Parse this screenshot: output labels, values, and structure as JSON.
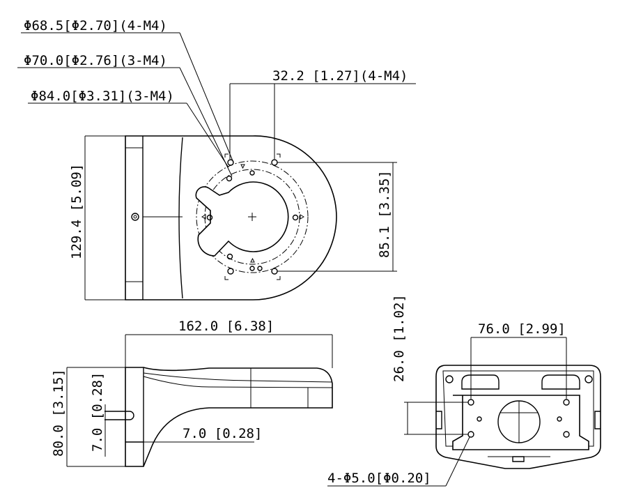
{
  "labels": {
    "phi_68": "Φ68.5[Φ2.70](4-M4)",
    "phi_70": "Φ70.0[Φ2.76](3-M4)",
    "phi_84": "Φ84.0[Φ3.31](3-M4)",
    "dim_32": "32.2 [1.27](4-M4)",
    "dim_129": "129.4 [5.09]",
    "dim_85": "85.1 [3.35]",
    "dim_162": "162.0 [6.38]",
    "dim_80": "80.0 [3.15]",
    "dim_7v": "7.0 [0.28]",
    "dim_7h": "7.0 [0.28]",
    "dim_26": "26.0 [1.02]",
    "dim_76": "76.0 [2.99]",
    "holes": "4-Φ5.0[Φ0.20]"
  },
  "colors": {
    "line": "#000000",
    "background": "#ffffff"
  }
}
